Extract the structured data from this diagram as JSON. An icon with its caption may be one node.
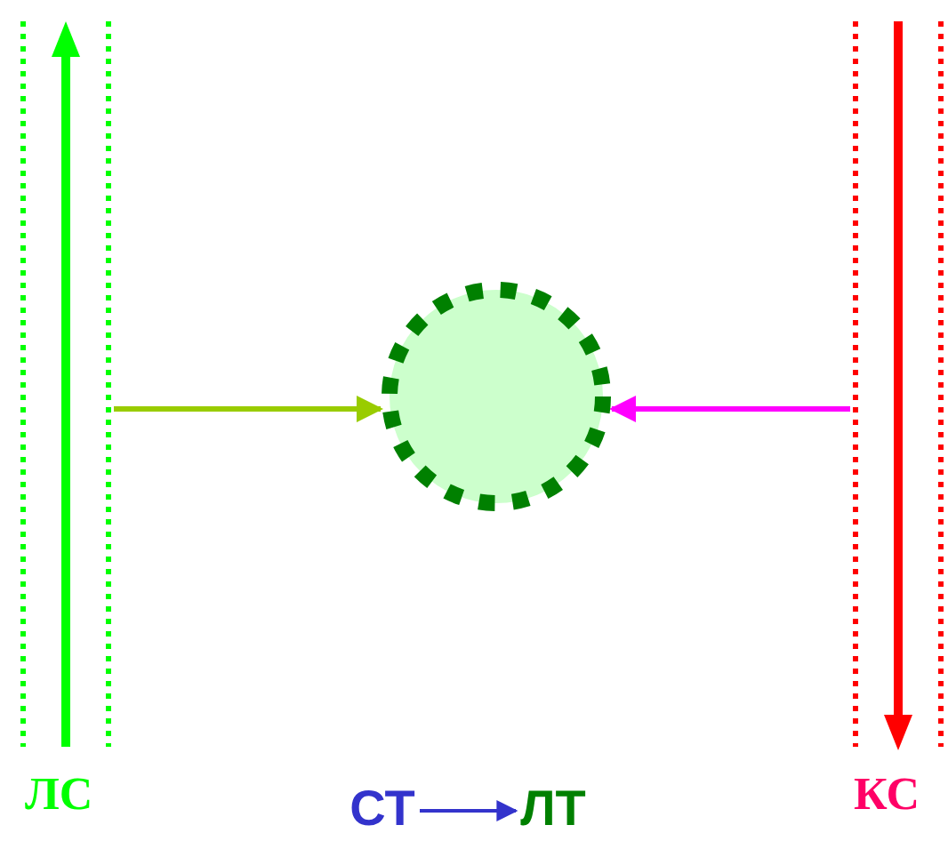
{
  "diagram": {
    "nodes": [
      {
        "text": [
          "ЛС"
        ]
      },
      {
        "text": [],
        "shape": "circle"
      },
      {
        "text": [
          "КС"
        ]
      },
      {
        "text": [
          "СТ"
        ]
      },
      {
        "text": [
          "ЛТ"
        ]
      }
    ],
    "edges": [
      {
        "from": 0,
        "to": 1,
        "arrow": "to",
        "color": "#99cc00"
      },
      {
        "from": 2,
        "to": 1,
        "arrow": "to",
        "color": "#ff00ff"
      },
      {
        "from": 3,
        "to": 4,
        "arrow": "to",
        "color": "#3333cc"
      }
    ]
  }
}
